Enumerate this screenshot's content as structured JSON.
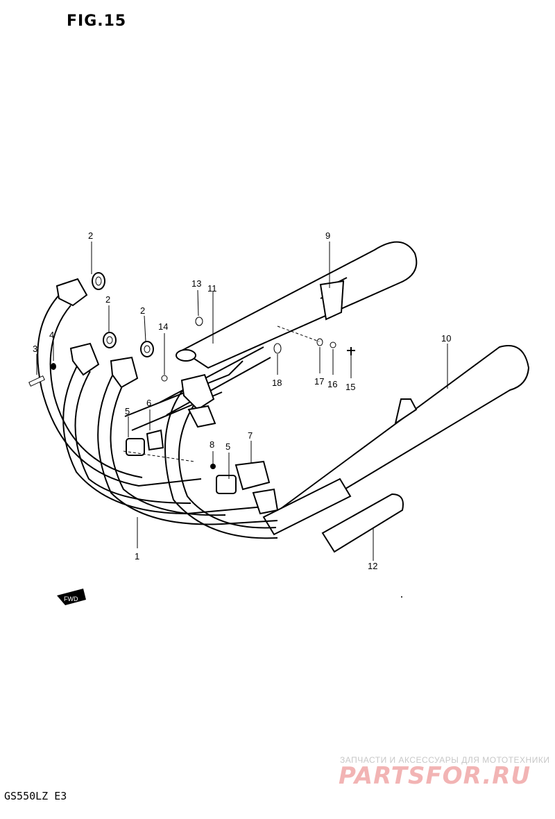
{
  "title": "FIG.15",
  "model": "GS550LZ E3",
  "watermark": {
    "tagline": "ЗАПЧАСТИ И АКСЕССУАРЫ ДЛЯ МОТОТЕХНИКИ",
    "brand": "PARTSFOR.RU"
  },
  "fwd_label": "FWD",
  "callouts": [
    {
      "id": "c2a",
      "label": "2"
    },
    {
      "id": "c2b",
      "label": "2"
    },
    {
      "id": "c2c",
      "label": "2"
    },
    {
      "id": "c3",
      "label": "3"
    },
    {
      "id": "c4",
      "label": "4"
    },
    {
      "id": "c13",
      "label": "13"
    },
    {
      "id": "c11",
      "label": "11"
    },
    {
      "id": "c14",
      "label": "14"
    },
    {
      "id": "c9",
      "label": "9"
    },
    {
      "id": "c18",
      "label": "18"
    },
    {
      "id": "c17",
      "label": "17"
    },
    {
      "id": "c16",
      "label": "16"
    },
    {
      "id": "c15",
      "label": "15"
    },
    {
      "id": "c10",
      "label": "10"
    },
    {
      "id": "c5a",
      "label": "5"
    },
    {
      "id": "c6",
      "label": "6"
    },
    {
      "id": "c8",
      "label": "8"
    },
    {
      "id": "c5b",
      "label": "5"
    },
    {
      "id": "c7",
      "label": "7"
    },
    {
      "id": "c1",
      "label": "1"
    },
    {
      "id": "c12",
      "label": "12"
    }
  ]
}
